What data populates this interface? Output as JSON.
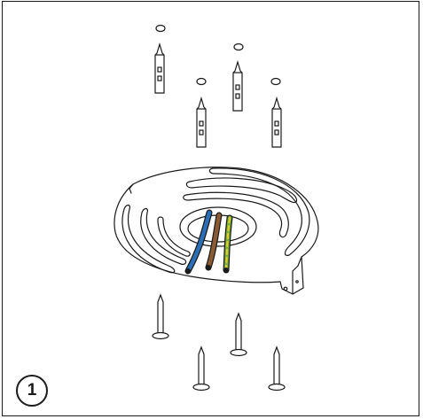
{
  "step": {
    "number": "1"
  },
  "colors": {
    "line": "#1a1a1a",
    "wire_live": "#2a6fb5",
    "wire_neutral": "#8a5a33",
    "wire_earth_green": "#7cae3c",
    "wire_earth_yellow": "#e3cf2a"
  },
  "parts": {
    "wall_holes": 4,
    "wall_plugs": 4,
    "mounting_plate": 1,
    "wires": 3,
    "screws": 4
  },
  "icons": [
    "hole-marker-icon",
    "wall-plug-icon",
    "mounting-plate-icon",
    "wire-icon",
    "screw-icon"
  ]
}
